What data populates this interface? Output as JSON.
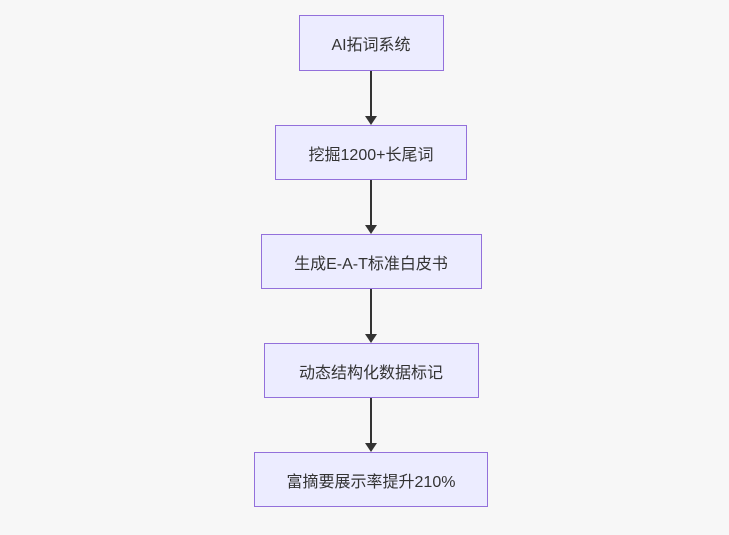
{
  "diagram": {
    "type": "flowchart",
    "direction": "top-down",
    "nodes": [
      {
        "id": 1,
        "label": "AI拓词系统"
      },
      {
        "id": 2,
        "label": "挖掘1200+长尾词"
      },
      {
        "id": 3,
        "label": "生成E-A-T标准白皮书"
      },
      {
        "id": 4,
        "label": "动态结构化数据标记"
      },
      {
        "id": 5,
        "label": "富摘要展示率提升210%"
      }
    ],
    "edges": [
      {
        "from": 1,
        "to": 2
      },
      {
        "from": 2,
        "to": 3
      },
      {
        "from": 3,
        "to": 4
      },
      {
        "from": 4,
        "to": 5
      }
    ]
  },
  "theme": {
    "canvas_background": "#f7f7f7",
    "node_fill": "#ececff",
    "node_border": "#9370db",
    "node_text_color": "#333333",
    "edge_color": "#333333"
  }
}
